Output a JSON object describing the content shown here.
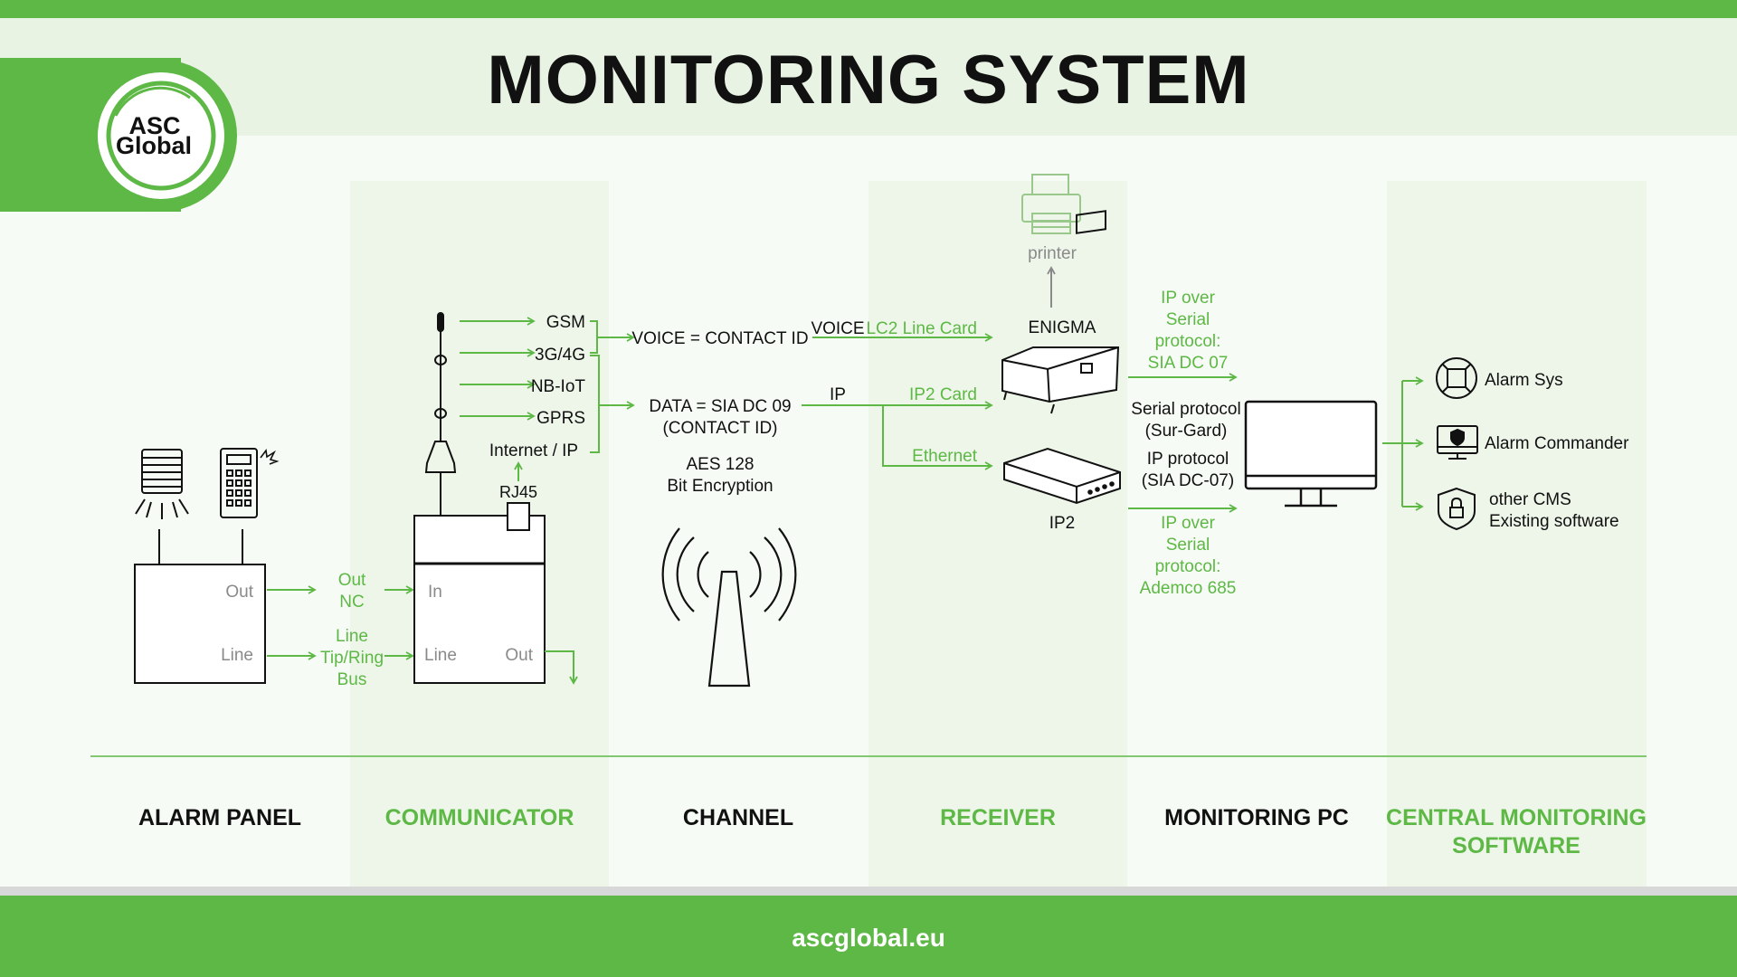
{
  "title": "MONITORING SYSTEM",
  "logo": {
    "line1": "ASC",
    "line2": "Global"
  },
  "footer": {
    "url": "ascglobal.eu"
  },
  "colors": {
    "brand_green": "#5db845",
    "text_dark": "#111111",
    "muted": "#8a8a8a"
  },
  "columns": {
    "alarm_panel": "ALARM PANEL",
    "communicator": "COMMUNICATOR",
    "channel": "CHANNEL",
    "receiver": "RECEIVER",
    "monitoring_pc": "MONITORING PC",
    "cms_line1": "CENTRAL MONITORING",
    "cms_line2": "SOFTWARE"
  },
  "alarm_panel": {
    "out": "Out",
    "line": "Line",
    "nc_label": {
      "l1": "Out",
      "l2": "NC"
    },
    "line_label": {
      "l1": "Line",
      "l2": "Tip/Ring",
      "l3": "Bus"
    },
    "icons": [
      "siren-icon",
      "keypad-icon"
    ]
  },
  "communicator": {
    "in": "In",
    "line": "Line",
    "out": "Out",
    "rj45": "RJ45",
    "internet": "Internet / IP",
    "networks": [
      "GSM",
      "3G/4G",
      "NB-IoT",
      "GPRS"
    ],
    "icons": [
      "antenna-icon"
    ]
  },
  "channel": {
    "voice": "VOICE = CONTACT ID",
    "data_l1": "DATA = SIA DC 09",
    "data_l2": "(CONTACT ID)",
    "aes_l1": "AES 128",
    "aes_l2": "Bit Encryption",
    "voice_tag": "VOICE",
    "ip_tag": "IP",
    "icons": [
      "radio-tower-icon"
    ]
  },
  "receiver": {
    "lc2": "LC2 Line Card",
    "ip2card": "IP2 Card",
    "ethernet": "Ethernet",
    "enigma": "ENIGMA",
    "ip2": "IP2",
    "printer": "printer",
    "icons": [
      "printer-icon",
      "enigma-receiver-icon",
      "ip2-receiver-icon"
    ]
  },
  "monitoring_pc": {
    "top": [
      "IP over",
      "Serial",
      "protocol:",
      "SIA DC 07"
    ],
    "serial": [
      "Serial protocol",
      "(Sur-Gard)"
    ],
    "ipproto": [
      "IP protocol",
      "(SIA DC-07)"
    ],
    "bottom": [
      "IP over",
      "Serial",
      "protocol:",
      "Ademco 685"
    ],
    "icons": [
      "monitor-icon"
    ]
  },
  "cms": {
    "alarm_sys": "Alarm Sys",
    "alarm_commander": "Alarm Commander",
    "other_l1": "other CMS",
    "other_l2": "Existing software",
    "icons": [
      "lifebuoy-icon",
      "shield-monitor-icon",
      "lock-shield-icon"
    ]
  }
}
